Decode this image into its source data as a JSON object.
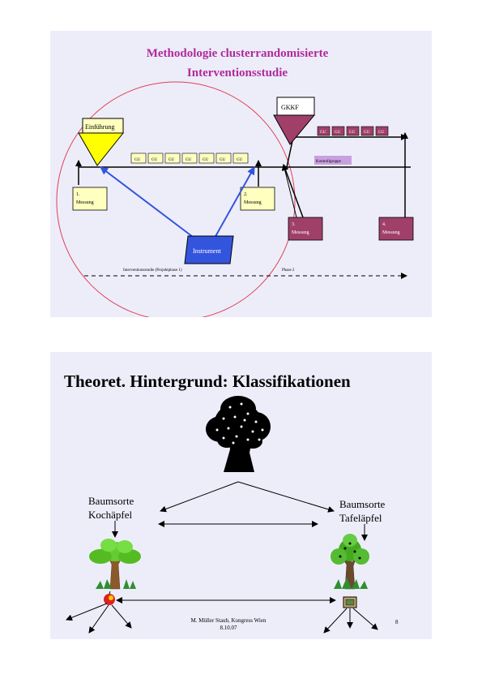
{
  "slide1": {
    "title_line1": "Methodologie clusterrandomisierte",
    "title_line2": "Interventionsstudie",
    "einfuehrung": "Einführung",
    "gkkf": "GKKF",
    "gu": "GU",
    "messung1_num": "1.",
    "messung1_label": "Messung",
    "messung2_num": "2.",
    "messung2_label": "Messung",
    "messung3_num": "3.",
    "messung3_label": "Messung",
    "messung4_num": "4.",
    "messung4_label": "Messung",
    "instrument": "Instrument",
    "kontrollgruppe": "Kontrollgruppe",
    "phase1": "Interventionsstudie (Projektphase 1)",
    "phase2": "Phase 2",
    "colors": {
      "title": "#b02a9a",
      "yellow": "#ffff00",
      "light_yellow": "#ffffc0",
      "plum": "#a0406a",
      "blue": "#3355dd",
      "circle": "#e04050"
    }
  },
  "slide2": {
    "title": "Theoret. Hintergrund: Klassifikationen",
    "left_label_line1": "Baumsorte",
    "left_label_line2": "Kochäpfel",
    "right_label_line1": "Baumsorte",
    "right_label_line2": "Tafeläpfel",
    "footer_line1": "M. Müller Staub, Kongress Wien",
    "footer_line2": "8.10.07",
    "page_number": "8"
  }
}
